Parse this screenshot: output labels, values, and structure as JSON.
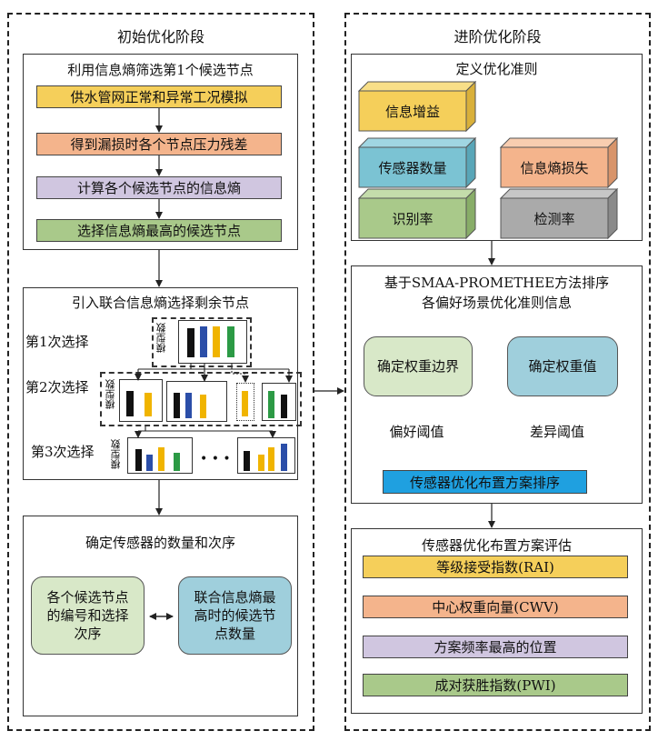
{
  "left": {
    "title": "初始优化阶段",
    "step1": {
      "title": "利用信息熵筛选第1个候选节点",
      "items": [
        "供水管网正常和异常工况模拟",
        "得到漏损时各个节点压力残差",
        "计算各个候选节点的信息熵",
        "选择信息熵最高的候选节点"
      ]
    },
    "step2": {
      "title": "引入联合信息熵选择剩余节点",
      "sel1": "第1次选择",
      "sel2": "第2次选择",
      "sel3": "第3次选择",
      "model_label": "模型数",
      "ellipsis": "• • •"
    },
    "step3": {
      "title": "确定传感器的数量和次序",
      "left_box": "各个候选节点的编号和选择次序",
      "right_box": "联合信息熵最高时的候选节点数量"
    }
  },
  "right": {
    "title": "进阶优化阶段",
    "criteria": {
      "title": "定义优化准则",
      "items": [
        "信息增益",
        "传感器数量",
        "信息熵损失",
        "识别率",
        "检测率"
      ]
    },
    "promethee": {
      "title_line1": "基于SMAA-PROMETHEE方法排序",
      "title_line2": "各偏好场景优化准则信息",
      "weight_bound": "确定权重边界",
      "weight_value": "确定权重值",
      "pref_threshold": "偏好阈值",
      "diff_threshold": "差异阈值",
      "ranking": "传感器优化布置方案排序"
    },
    "evaluation": {
      "title": "传感器优化布置方案评估",
      "items": [
        "等级接受指数(RAI)",
        "中心权重向量(CWV)",
        "方案频率最高的位置",
        "成对获胜指数(PWI)"
      ]
    }
  },
  "colors": {
    "yellow": "#f5cf5a",
    "orange": "#f4b48c",
    "purple": "#d0c6e0",
    "green": "#a9c98a",
    "blue": "#7bc3d3",
    "gray": "#aaaaaa",
    "lightgreen": "#d8e8c8",
    "lightblue": "#9fcfdc",
    "bar_black": "#111111",
    "bar_blue": "#2b4ea8",
    "bar_yellow": "#f0b400",
    "bar_green": "#2c9a45",
    "rank_blue": "#1fa0e0"
  }
}
